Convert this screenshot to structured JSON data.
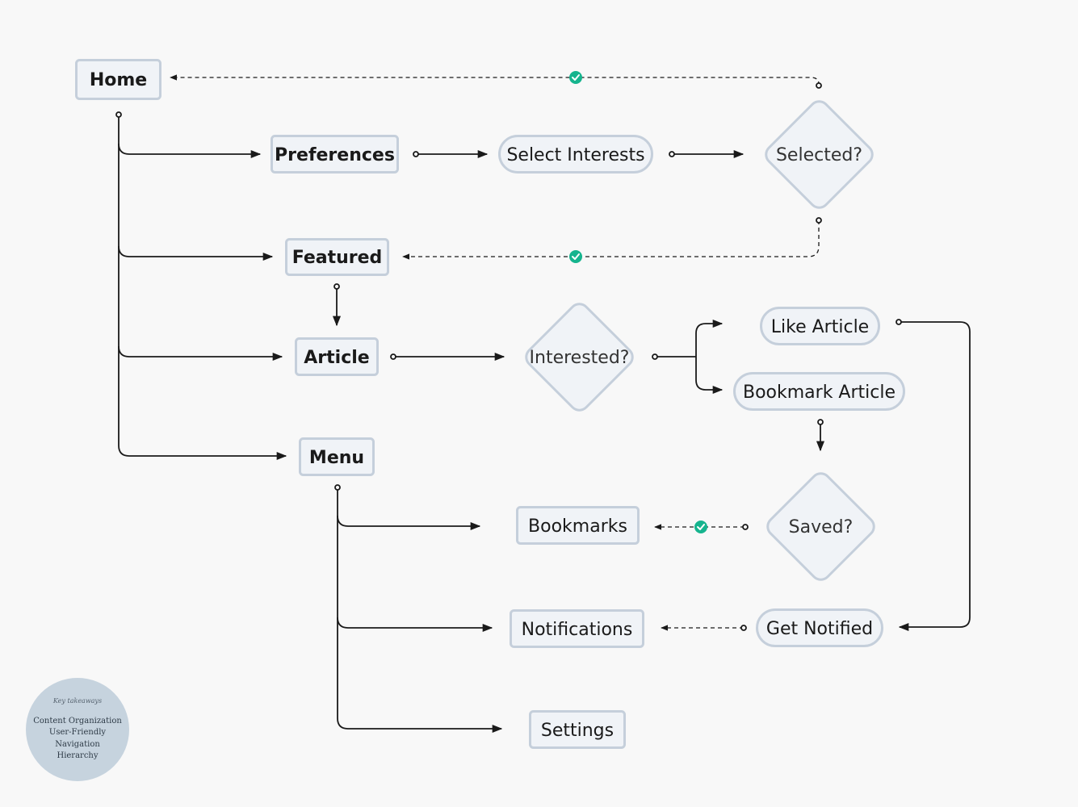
{
  "nodes": {
    "home": "Home",
    "preferences": "Preferences",
    "select_interests": "Select Interests",
    "selected": "Selected?",
    "featured": "Featured",
    "article": "Article",
    "interested": "Interested?",
    "like_article": "Like Article",
    "bookmark_article": "Bookmark Article",
    "menu": "Menu",
    "bookmarks": "Bookmarks",
    "saved": "Saved?",
    "notifications": "Notifications",
    "get_notified": "Get Notified",
    "settings": "Settings"
  },
  "takeaways": {
    "title": "Key takeaways",
    "items": [
      "Content Organization",
      "User-Friendly",
      "Navigation",
      "Hierarchy"
    ]
  },
  "colors": {
    "background": "#f8f8f8",
    "node_fill": "#f0f3f7",
    "node_stroke": "#c5cfdb",
    "line": "#1a1a1a",
    "check": "#16b48e",
    "takeaways_bg": "#c6d3de"
  }
}
